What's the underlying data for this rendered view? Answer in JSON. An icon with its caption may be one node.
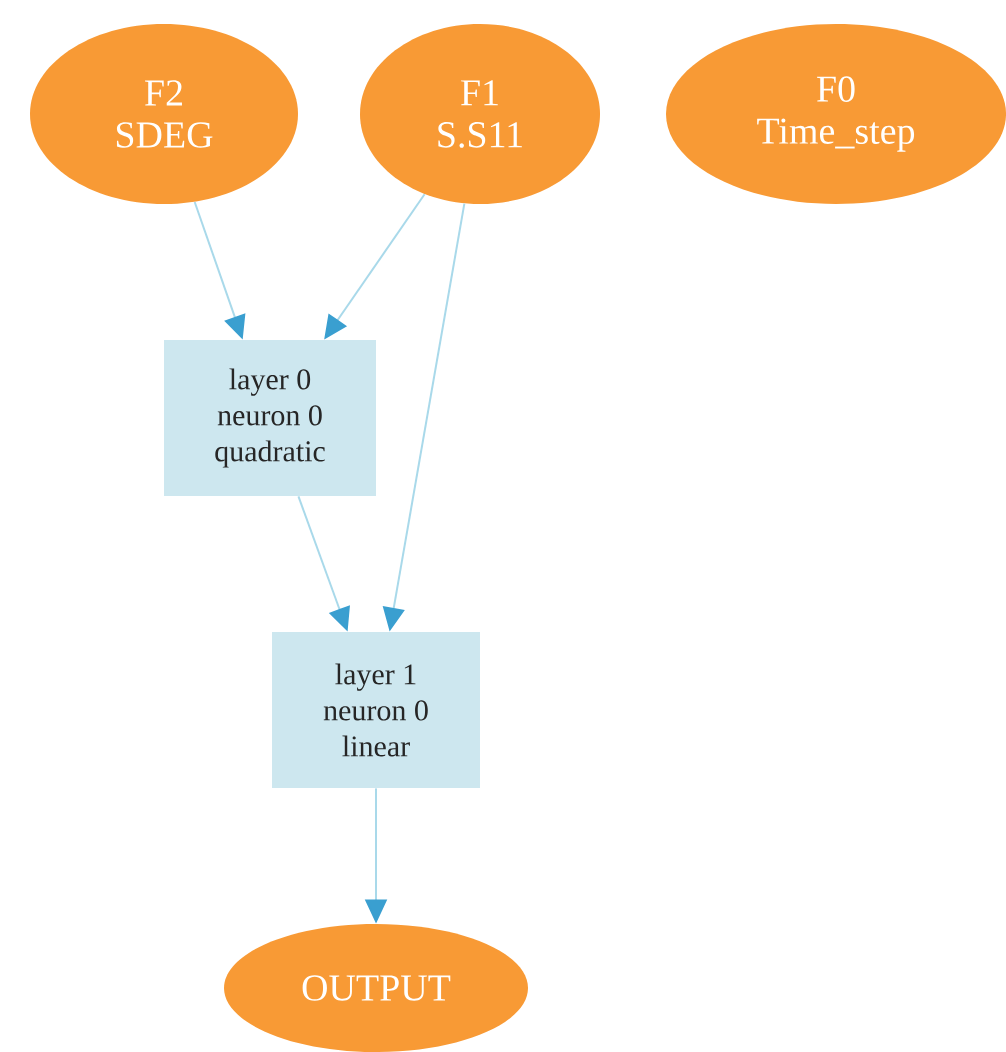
{
  "diagram": {
    "nodes": [
      {
        "text": [
          "F2",
          "SDEG"
        ]
      },
      {
        "text": [
          "F1",
          "S.S11"
        ]
      },
      {
        "text": [
          "F0",
          "Time_step"
        ]
      },
      {
        "text": [
          "layer 0",
          "neuron 0",
          "quadratic"
        ]
      },
      {
        "text": [
          "layer 1",
          "neuron 0",
          "linear"
        ]
      },
      {
        "text": [
          "OUTPUT"
        ]
      }
    ],
    "edges": [
      {
        "from": 0,
        "to": 3,
        "arrow": "to"
      },
      {
        "from": 1,
        "to": 3,
        "arrow": "to"
      },
      {
        "from": 1,
        "to": 4,
        "arrow": "to"
      },
      {
        "from": 3,
        "to": 4,
        "arrow": "to"
      },
      {
        "from": 4,
        "to": 5,
        "arrow": "to"
      }
    ]
  }
}
